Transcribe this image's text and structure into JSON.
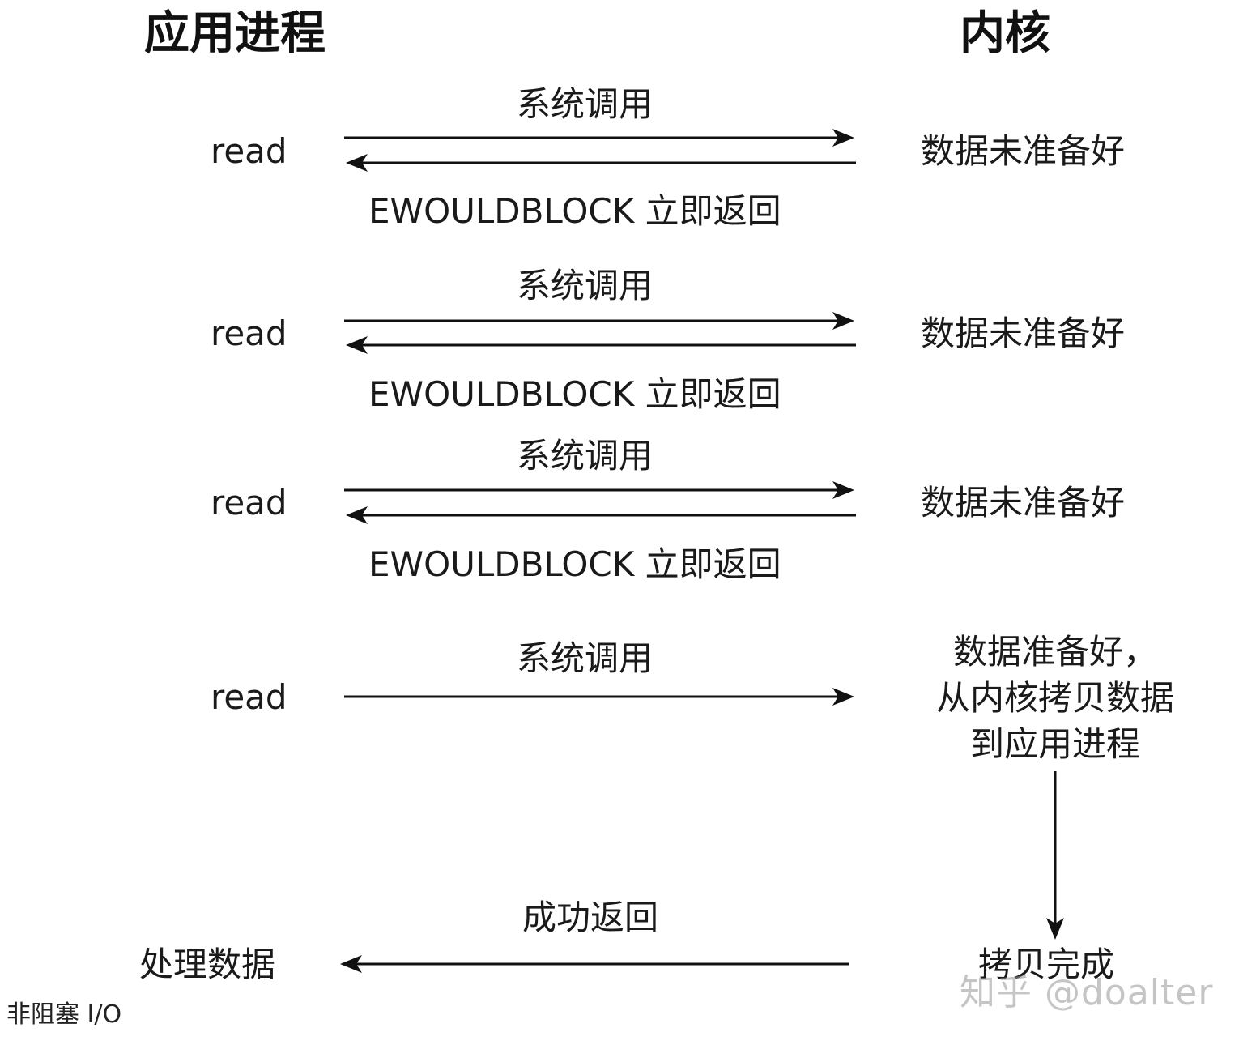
{
  "headers": {
    "app_process": "应用进程",
    "kernel": "内核"
  },
  "steps": [
    {
      "read_label": "read",
      "call_label": "系统调用",
      "return_label": "EWOULDBLOCK 立即返回",
      "kernel_state": "数据未准备好"
    },
    {
      "read_label": "read",
      "call_label": "系统调用",
      "return_label": "EWOULDBLOCK 立即返回",
      "kernel_state": "数据未准备好"
    },
    {
      "read_label": "read",
      "call_label": "系统调用",
      "return_label": "EWOULDBLOCK 立即返回",
      "kernel_state": "数据未准备好"
    }
  ],
  "final_step": {
    "read_label": "read",
    "call_label": "系统调用",
    "kernel_state_lines": [
      "数据准备好，",
      "从内核拷贝数据",
      "到应用进程"
    ],
    "copy_done": "拷贝完成",
    "success_label": "成功返回",
    "process_data": "处理数据"
  },
  "caption": "非阻塞 I/O",
  "watermark": "知乎 @doalter"
}
